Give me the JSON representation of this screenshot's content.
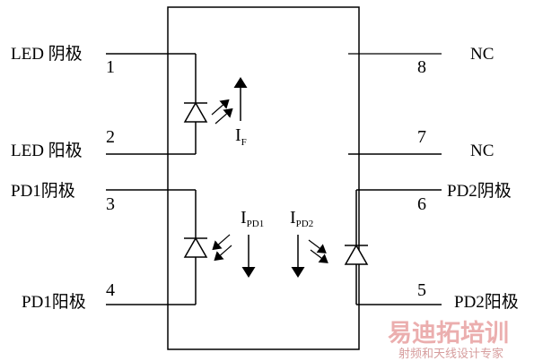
{
  "pins": [
    {
      "num": "1",
      "label": "LED 阴极"
    },
    {
      "num": "2",
      "label": "LED 阳极"
    },
    {
      "num": "3",
      "label": "PD1阴极"
    },
    {
      "num": "4",
      "label": "PD1阳极"
    },
    {
      "num": "5",
      "label": "PD2阳极"
    },
    {
      "num": "6",
      "label": "PD2阴极"
    },
    {
      "num": "7",
      "label": "NC"
    },
    {
      "num": "8",
      "label": "NC"
    }
  ],
  "currents": {
    "forward": {
      "main": "I",
      "sub": "F"
    },
    "pd1": {
      "main": "I",
      "sub": "PD1"
    },
    "pd2": {
      "main": "I",
      "sub": "PD2"
    }
  },
  "watermark": {
    "main": "易迪拓培训",
    "sub": "射频和天线设计专家"
  },
  "colors": {
    "line": "#000000",
    "watermark": "#e8a0a0"
  }
}
